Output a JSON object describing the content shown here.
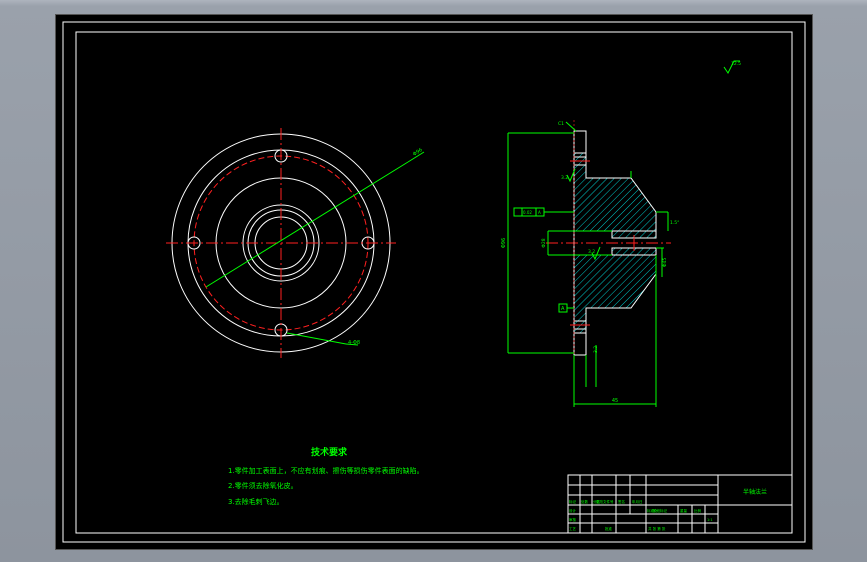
{
  "technical_requirements": {
    "heading": "技术要求",
    "items": [
      "1.零件加工表面上，不应有划痕、擦伤等损伤零件表面的缺陷。",
      "2.零件须去除氧化皮。",
      "3.去除毛刺飞边。"
    ]
  },
  "front_view": {
    "dim_outer_diameter": "Φ96",
    "dim_bolt_hole": "4-Φ8"
  },
  "section_view": {
    "chamfer_note": "C1",
    "dim_total_height": "Φ96",
    "dim_bore": "Φ28",
    "dim_hub_diameter": "Φ45",
    "dim_width": "45",
    "dim_hub_angle": "1.5°",
    "roughness_1": "3.2",
    "roughness_2": "3.2",
    "roughness_3": "3.2",
    "tolerance_frame": "0.02",
    "datum_a": "A",
    "datum_b": "A"
  },
  "roughness_corner": "12.5",
  "title_block": {
    "part_name": "半轴法兰",
    "row_labels": [
      "标记",
      "处数",
      "分区",
      "更改文件号",
      "签名",
      "年月日"
    ],
    "designer_label": "设计",
    "standard_label": "标准化",
    "stage_label": "阶段标记",
    "weight_label": "重量",
    "scale_label": "比例",
    "scale_value": "1:1",
    "review_label": "审核",
    "process_label": "工艺",
    "approve_label": "批准",
    "sheet_label": "共 张 第 张"
  },
  "colors": {
    "background": "#000000",
    "white_line": "#ffffff",
    "center_line": "#ff2020",
    "dimension": "#00ff00",
    "hatch": "#00ffff",
    "text": "#00ff00"
  }
}
